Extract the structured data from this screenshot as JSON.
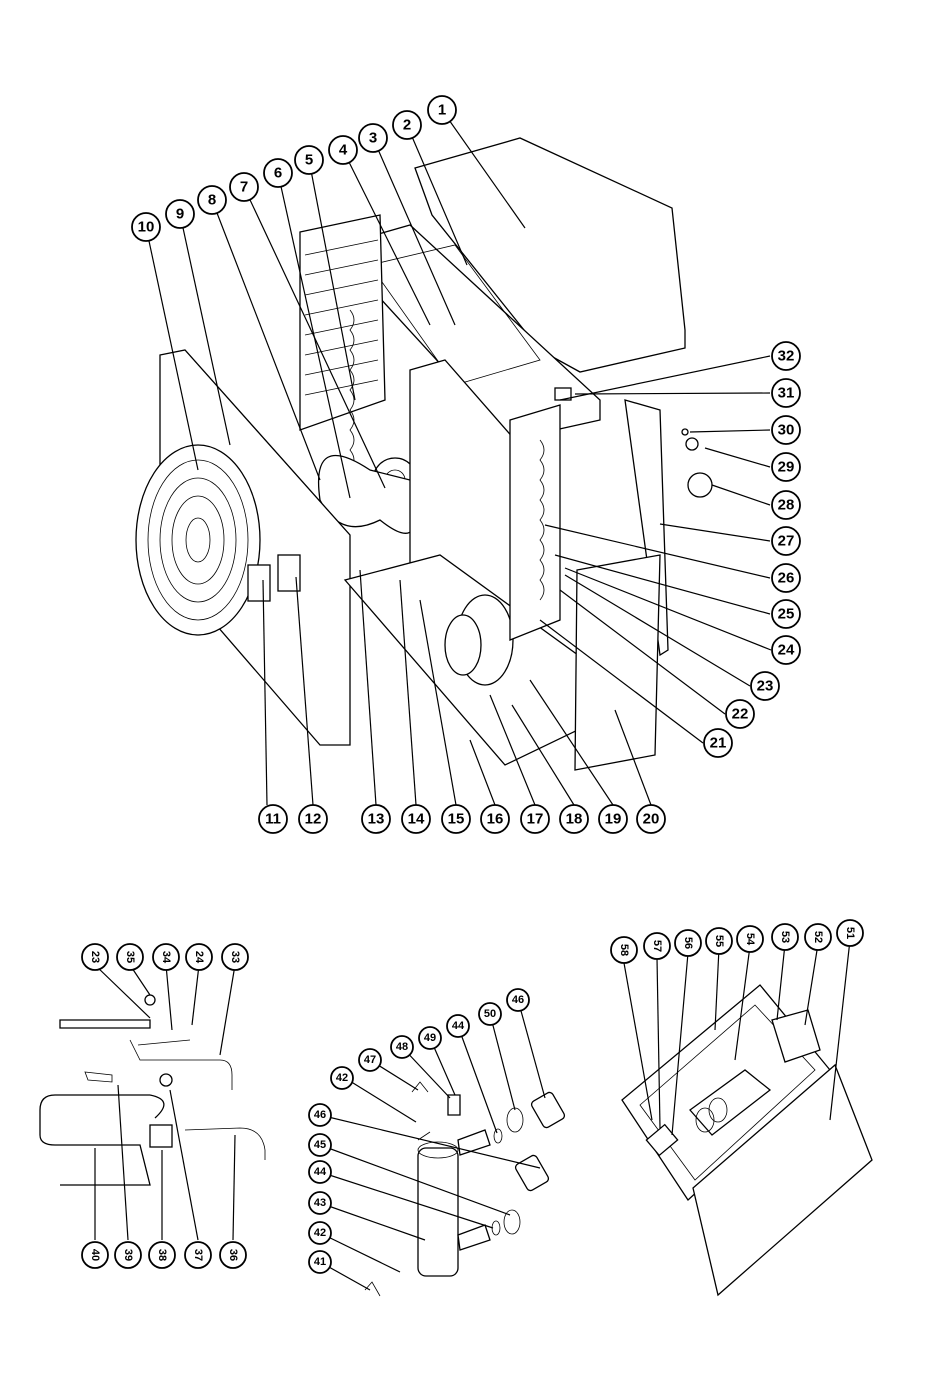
{
  "main_view": {
    "callouts": [
      "1",
      "2",
      "3",
      "4",
      "5",
      "6",
      "7",
      "8",
      "9",
      "10",
      "11",
      "12",
      "13",
      "14",
      "15",
      "16",
      "17",
      "18",
      "19",
      "20",
      "21",
      "22",
      "23",
      "24",
      "25",
      "26",
      "27",
      "28",
      "29",
      "30",
      "31",
      "32"
    ]
  },
  "piping_view": {
    "callouts": [
      "23",
      "35",
      "34",
      "24",
      "33",
      "40",
      "39",
      "38",
      "37",
      "36"
    ]
  },
  "heat_exchanger_view": {
    "callouts": [
      "47",
      "48",
      "49",
      "44",
      "50",
      "46",
      "42",
      "46",
      "45",
      "44",
      "43",
      "42",
      "41"
    ]
  },
  "electrical_box_view": {
    "callouts": [
      "58",
      "57",
      "56",
      "55",
      "54",
      "53",
      "52",
      "51"
    ]
  }
}
